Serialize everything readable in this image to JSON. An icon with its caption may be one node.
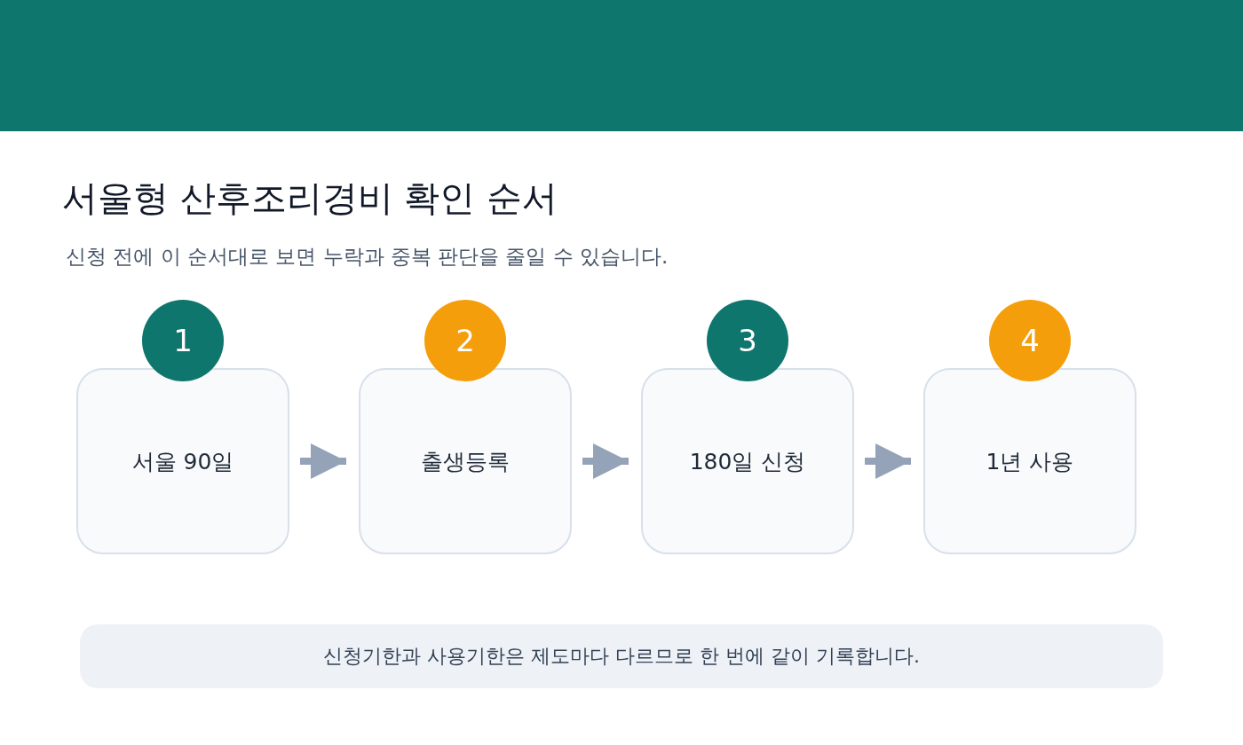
{
  "diagram": {
    "title": "서울형 산후조리경비 확인 순서",
    "caption": "신청 전에 이 순서대로 보면 누락과 중복 판단을 줄일 수 있습니다.",
    "nodes": [
      {
        "text": [
          "1",
          "서울 90일"
        ]
      },
      {
        "text": [
          "2",
          "출생등록"
        ]
      },
      {
        "text": [
          "3",
          "180일 신청"
        ]
      },
      {
        "text": [
          "4",
          "1년 사용"
        ]
      },
      {
        "text": [
          "신청기한과 사용기한은 제도마다 다르므로 한 번에 같이 기록합니다."
        ]
      }
    ],
    "edges": [
      {
        "from": 0,
        "to": 1,
        "arrow": "to"
      },
      {
        "from": 1,
        "to": 2,
        "arrow": "to"
      },
      {
        "from": 2,
        "to": 3,
        "arrow": "to"
      }
    ]
  }
}
